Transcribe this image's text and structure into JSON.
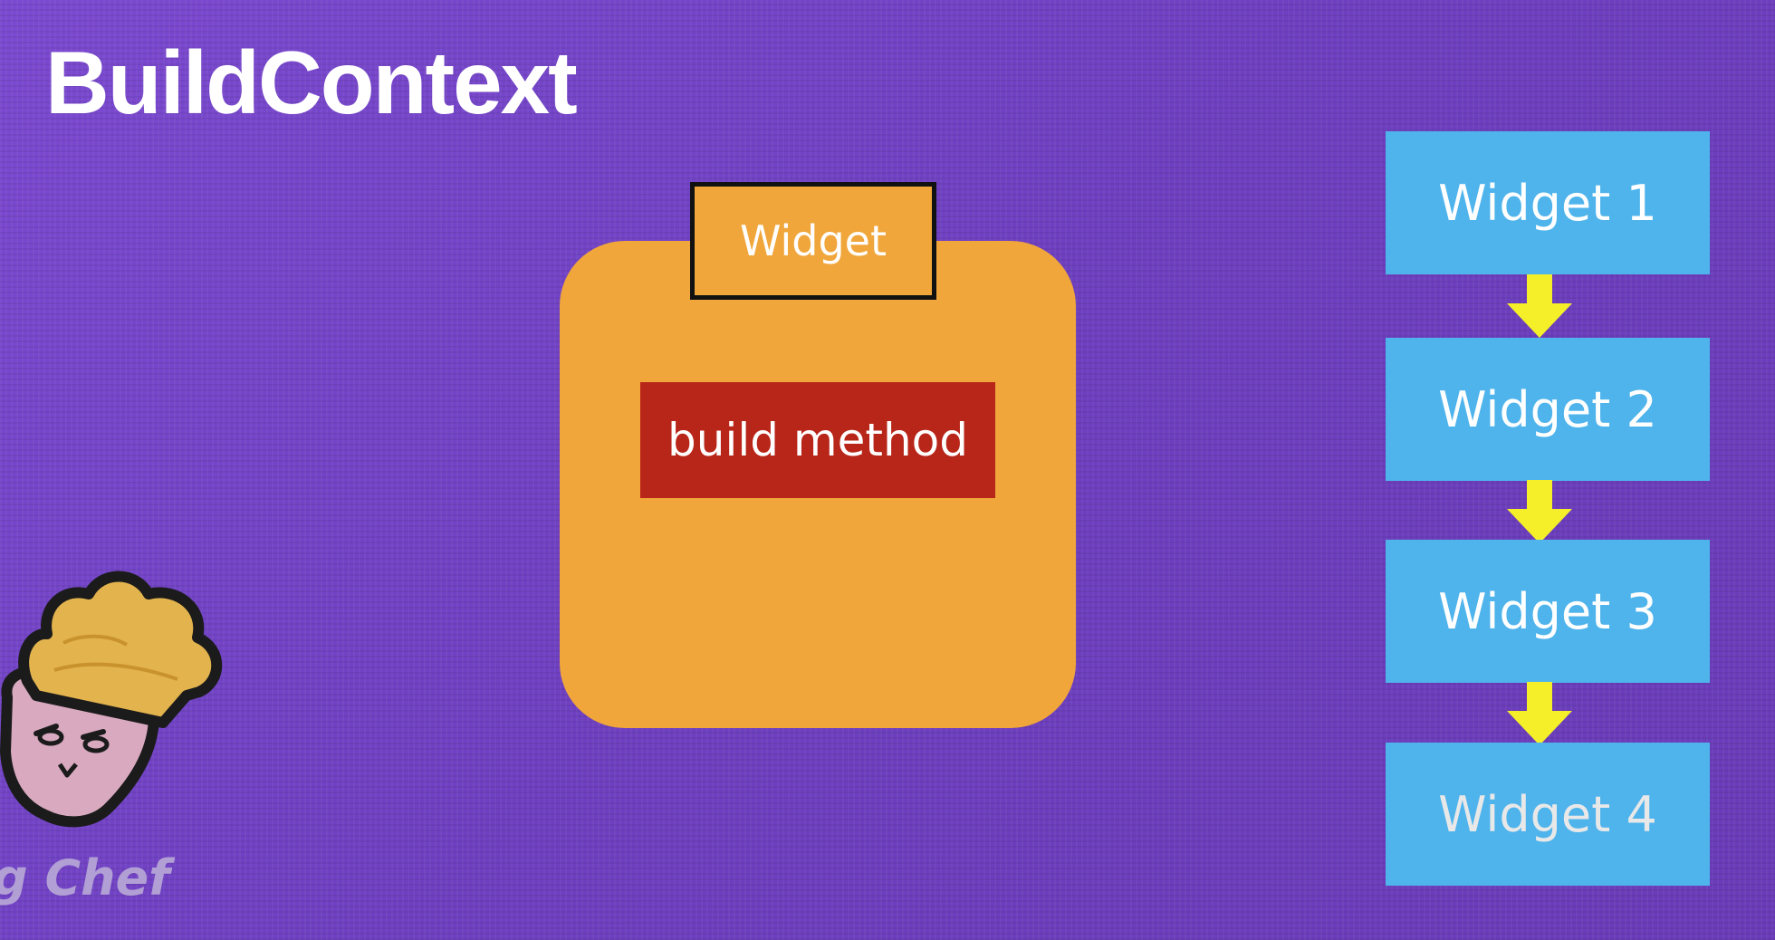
{
  "slide": {
    "title": "BuildContext"
  },
  "diagram": {
    "widget_label": "Widget",
    "build_method_label": "build method",
    "chain": [
      {
        "label": "Widget 1"
      },
      {
        "label": "Widget 2"
      },
      {
        "label": "Widget 3"
      },
      {
        "label": "Widget 4"
      }
    ]
  },
  "logo": {
    "caption": "g Chef"
  },
  "colors": {
    "background": "#7344c2",
    "widget_box": "#f0a63a",
    "build_method": "#b82519",
    "chain_box": "#4fb4ec",
    "arrow": "#f5ef2a"
  }
}
